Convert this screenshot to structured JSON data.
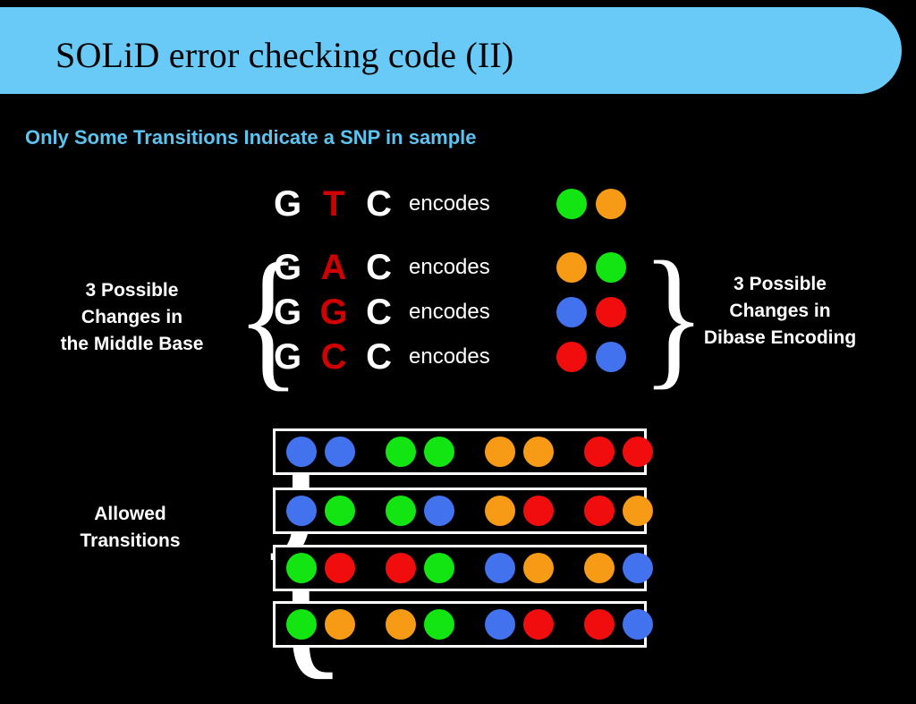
{
  "slide": {
    "title": "SOLiD error checking code (II)",
    "subtitle": "Only Some Transitions Indicate a SNP in sample",
    "background_color": "#000000",
    "title_bar_color": "#69C9F7",
    "subtitle_color": "#5BC4F1"
  },
  "colors": {
    "green": "#12E512",
    "orange": "#F79B17",
    "blue": "#4272EE",
    "red": "#F10D0D",
    "mutated_base": "#D10000",
    "base": "#FFFFFF"
  },
  "labels": {
    "encodes": "encodes",
    "left_group": "3 Possible\nChanges in\nthe Middle Base",
    "left_group_lines": [
      "3 Possible",
      "Changes in",
      "the Middle Base"
    ],
    "right_group_lines": [
      "3 Possible",
      "Changes in",
      "Dibase Encoding"
    ],
    "allowed_lines": [
      "Allowed",
      "Transitions"
    ]
  },
  "reference_row": {
    "bases": [
      "G",
      "T",
      "C"
    ],
    "mutated_index": 1,
    "encodes_label": "encodes",
    "dibase_colors": [
      "green",
      "orange"
    ]
  },
  "variant_rows": [
    {
      "bases": [
        "G",
        "A",
        "C"
      ],
      "mutated_index": 1,
      "encodes_label": "encodes",
      "dibase_colors": [
        "orange",
        "green"
      ]
    },
    {
      "bases": [
        "G",
        "G",
        "C"
      ],
      "mutated_index": 1,
      "encodes_label": "encodes",
      "dibase_colors": [
        "blue",
        "red"
      ]
    },
    {
      "bases": [
        "G",
        "C",
        "C"
      ],
      "mutated_index": 1,
      "encodes_label": "encodes",
      "dibase_colors": [
        "red",
        "blue"
      ]
    }
  ],
  "allowed_transitions": [
    {
      "pairs": [
        [
          "blue",
          "blue"
        ],
        [
          "green",
          "green"
        ],
        [
          "orange",
          "orange"
        ],
        [
          "red",
          "red"
        ]
      ]
    },
    {
      "pairs": [
        [
          "blue",
          "green"
        ],
        [
          "green",
          "blue"
        ],
        [
          "orange",
          "red"
        ],
        [
          "red",
          "orange"
        ]
      ]
    },
    {
      "pairs": [
        [
          "green",
          "red"
        ],
        [
          "red",
          "green"
        ],
        [
          "blue",
          "orange"
        ],
        [
          "orange",
          "blue"
        ]
      ]
    },
    {
      "pairs": [
        [
          "green",
          "orange"
        ],
        [
          "orange",
          "green"
        ],
        [
          "blue",
          "red"
        ],
        [
          "red",
          "blue"
        ]
      ]
    }
  ]
}
